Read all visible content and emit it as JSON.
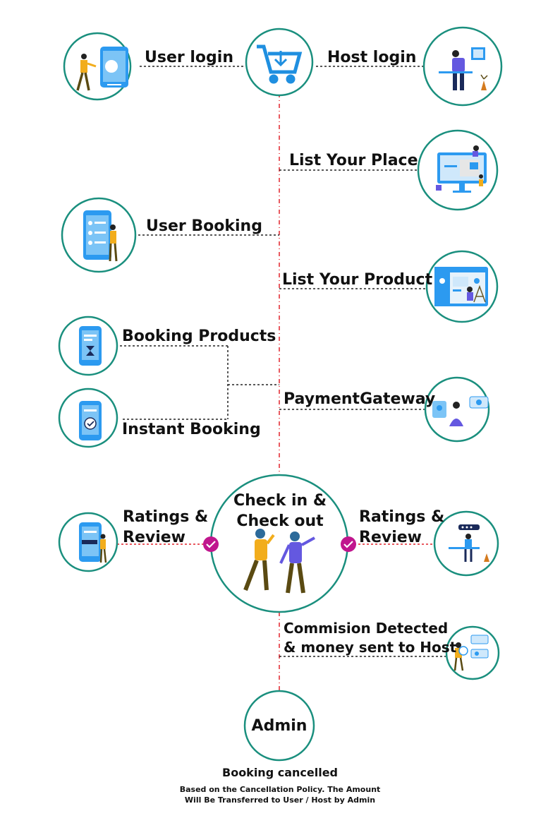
{
  "colors": {
    "circle_border": "#1a8f7e",
    "accent_blue": "#2c9af0",
    "cart_blue": "#1f8fe0",
    "check_purple": "#c0168e",
    "connector_red": "#e2242c",
    "connector_black": "#222222",
    "person_yellow": "#f2ad1c",
    "person_purple": "#6458e0",
    "pants_dark": "#5a4a12"
  },
  "nodes": {
    "user_login": {
      "label": "User login",
      "icon": "phone-user-icon"
    },
    "cart": {
      "icon": "cart-download-icon"
    },
    "host_login": {
      "label": "Host login",
      "icon": "desk-host-icon"
    },
    "list_place": {
      "label": "List Your Place",
      "icon": "monitor-listing-icon"
    },
    "user_booking": {
      "label": "User Booking",
      "icon": "phone-booking-icon"
    },
    "list_product": {
      "label": "List Your Product",
      "icon": "browser-product-icon"
    },
    "booking_products": {
      "label": "Booking Products",
      "icon": "phone-hourglass-icon"
    },
    "instant_booking": {
      "label": "Instant Booking",
      "icon": "phone-check-icon"
    },
    "payment_gateway": {
      "label": "PaymentGateway",
      "icon": "payment-chat-icon"
    },
    "ratings_user": {
      "label": "Ratings &\nReview",
      "icon": "phone-rating-icon"
    },
    "checkin": {
      "label": "Check in &\nCheck out",
      "icon": "two-people-icon"
    },
    "ratings_host": {
      "label": "Ratings &\nReview",
      "icon": "desk-rating-icon"
    },
    "commission": {
      "label": "Commision Detected\n& money sent to Host",
      "icon": "money-transfer-icon"
    },
    "admin": {
      "label": "Admin"
    }
  },
  "footer": {
    "title": "Booking cancelled",
    "text": "Based on the Cancellation Policy. The Amount\nWill Be Transferred to User / Host by Admin"
  }
}
